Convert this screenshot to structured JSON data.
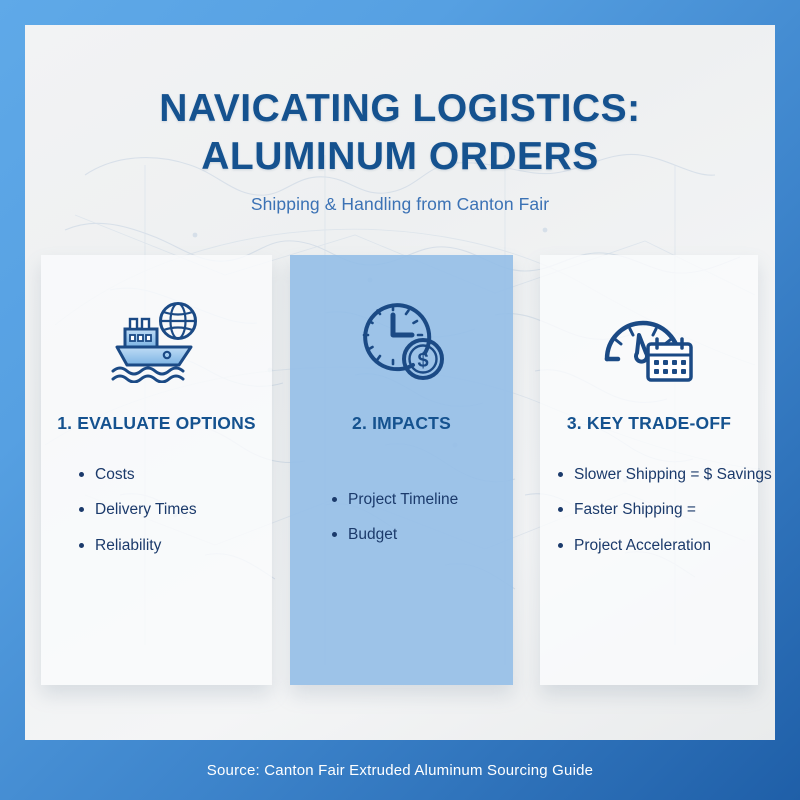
{
  "theme": {
    "border_gradient_light": "#5fa9e8",
    "border_gradient_dark": "#1f5fa8",
    "panel_background": "#f1f2f3",
    "heading_color": "#15528f",
    "subtitle_color": "#3b72b5",
    "body_text_color": "#1b3a6b",
    "highlight_card_color": "#93bee7",
    "footer_text_color": "#ffffff"
  },
  "header": {
    "title_line_1": "NAVICATING LOGISTICS:",
    "title_line_2": "ALUMINUM ORDERS",
    "subtitle": "Shipping & Handling from Canton Fair"
  },
  "cards": [
    {
      "icon": "cargo-ship-globe-icon",
      "heading": "1. EVALUATE OPTIONS",
      "bullets": [
        "Costs",
        "Delivery Times",
        "Reliability"
      ],
      "highlighted": false
    },
    {
      "icon": "clock-dollar-icon",
      "heading": "2. IMPACTS",
      "bullets": [
        "Project Timeline",
        "Budget"
      ],
      "highlighted": true
    },
    {
      "icon": "speedometer-calendar-icon",
      "heading": "3. KEY TRADE-OFF",
      "bullets": [
        "Slower Shipping = $ Savings",
        "Faster Shipping =",
        "Project Acceleration"
      ],
      "highlighted": false
    }
  ],
  "footer": {
    "source_text": "Source: Canton Fair Extruded Aluminum Sourcing Guide"
  }
}
